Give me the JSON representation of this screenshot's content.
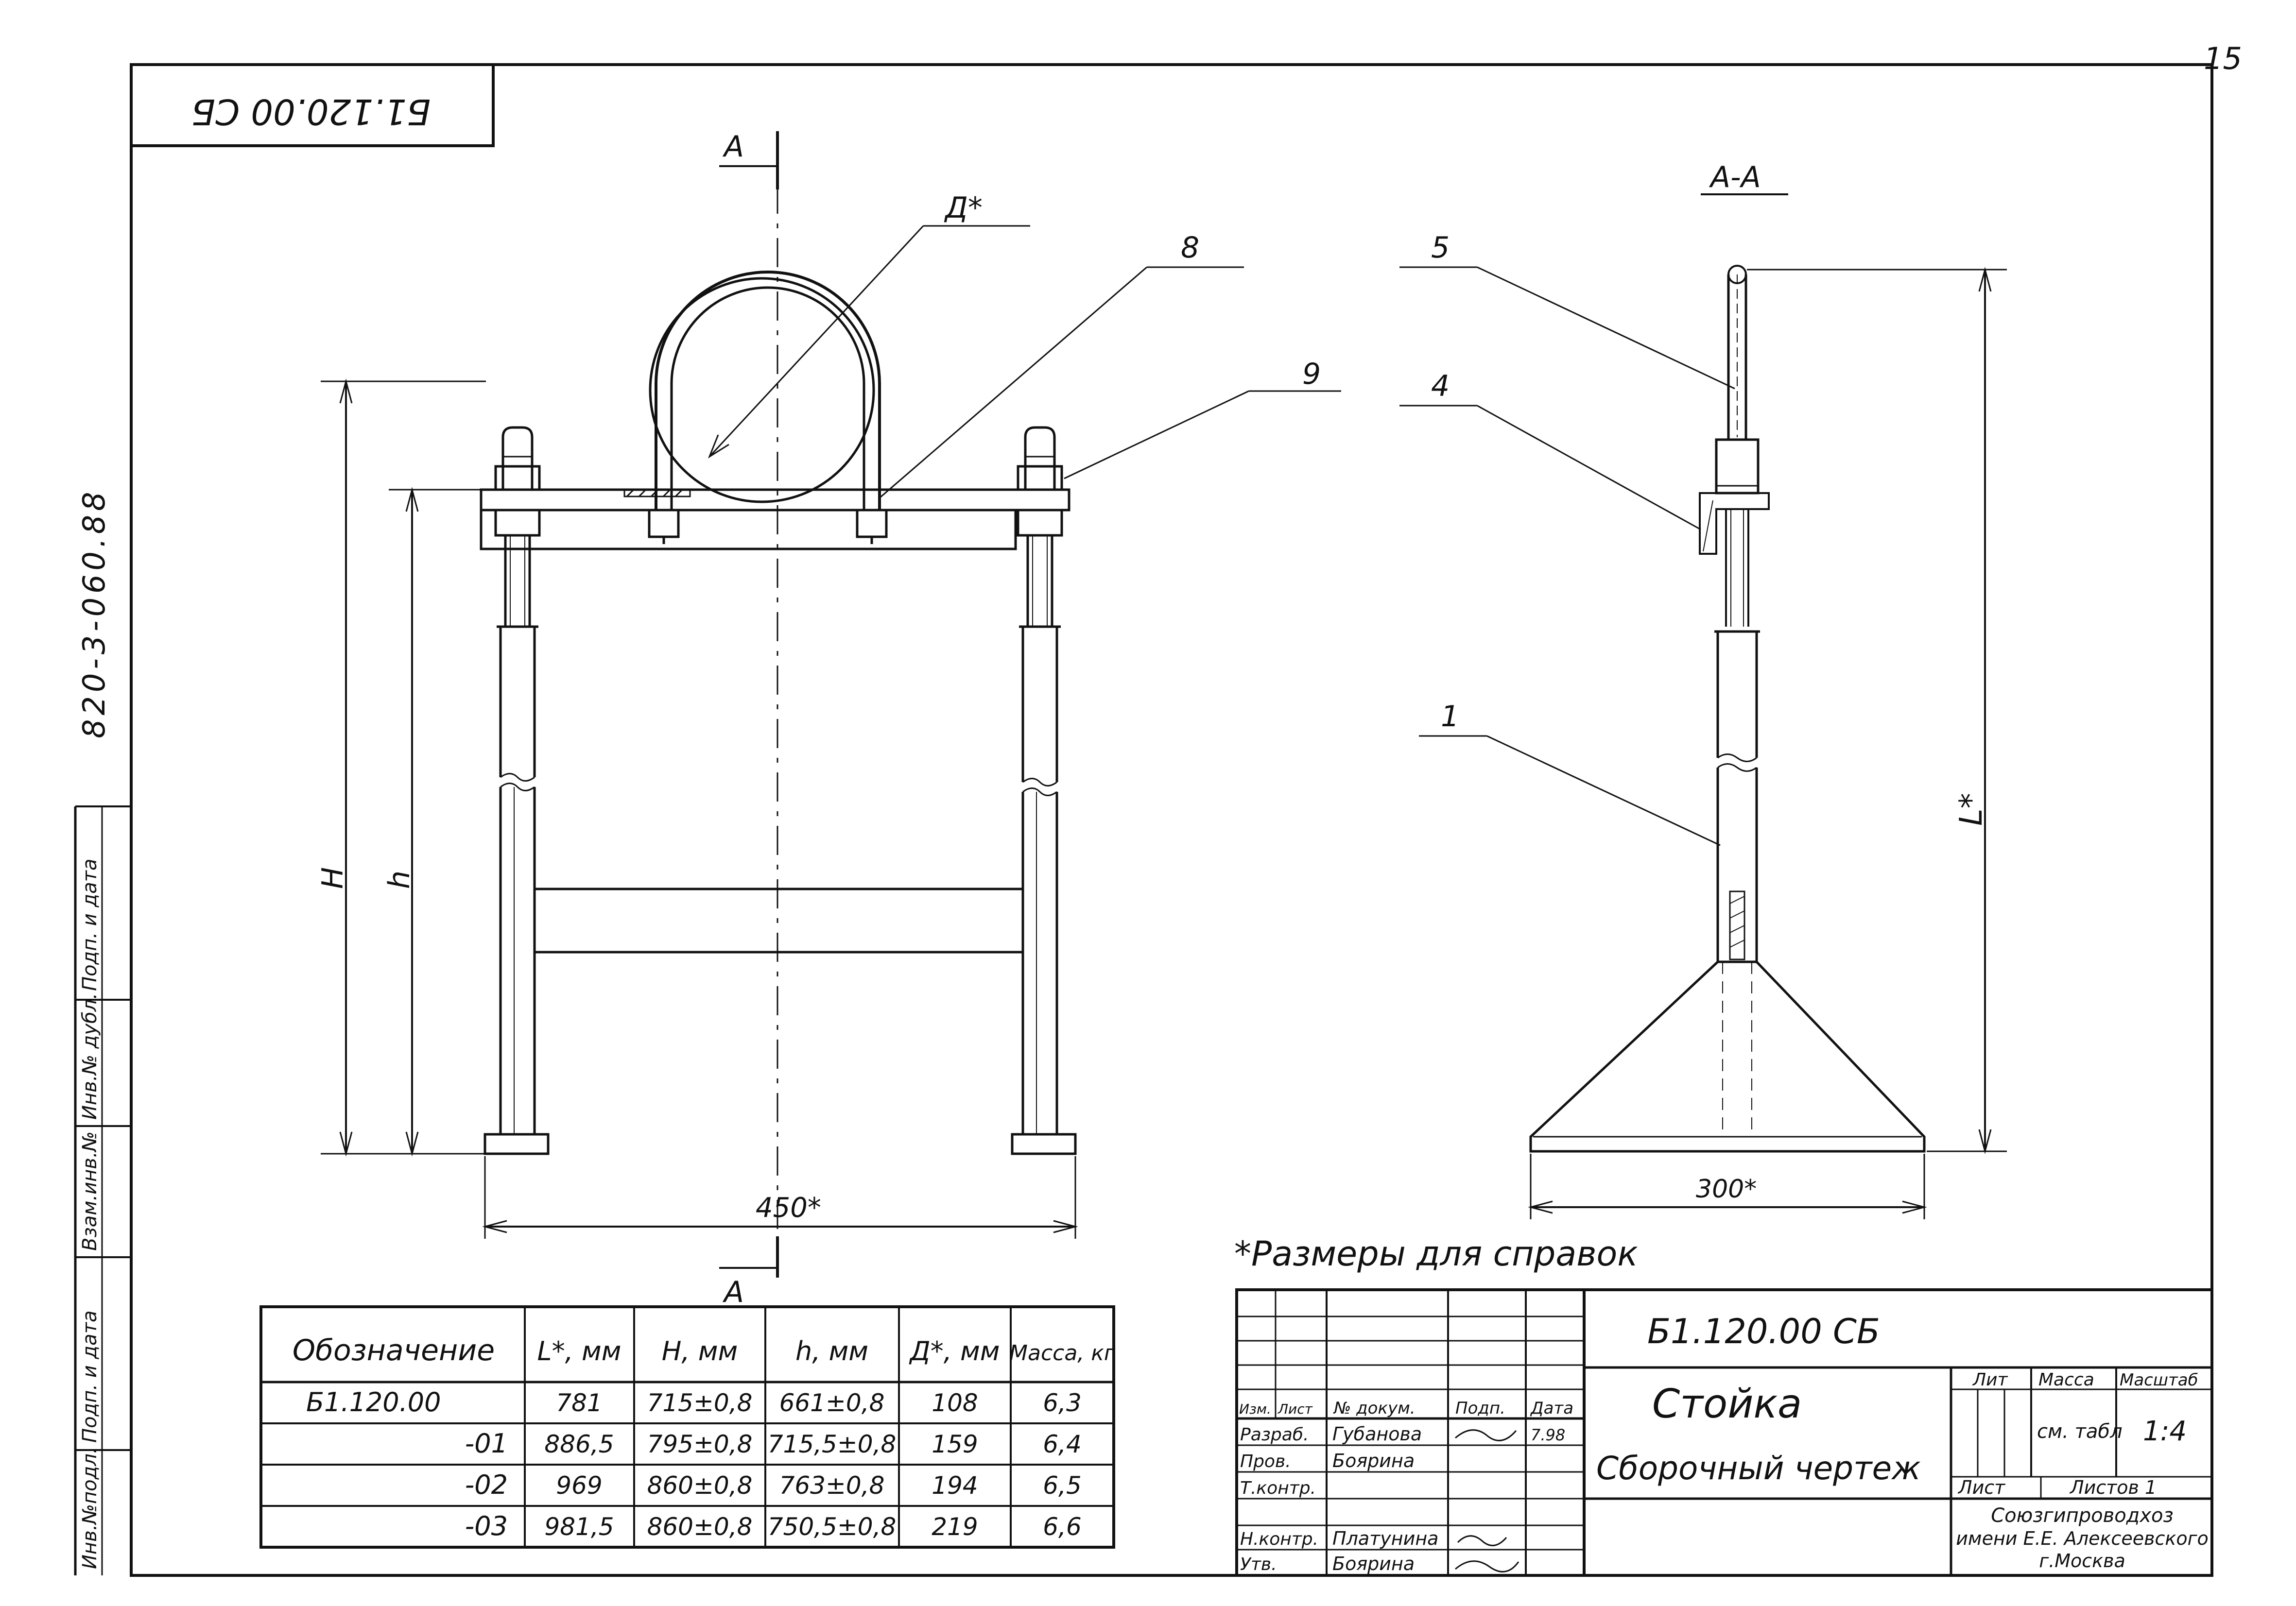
{
  "page_number": "15",
  "doc_code_rotated": "Б1.120.00 СБ",
  "album_code": "820-3-060.88",
  "section_labels": {
    "top": "А",
    "bottom": "А",
    "view": "А-А"
  },
  "leaders": {
    "d": "Д*",
    "p8": "8",
    "p9": "9",
    "p5": "5",
    "p4": "4",
    "p1": "1"
  },
  "dims": {
    "H": "H",
    "h": "h",
    "L": "L*",
    "w450": "450*",
    "w300": "300*"
  },
  "note": "*Размеры для справок",
  "side_stamps": [
    "Инв.№подл.",
    "Подп. и дата",
    "Взам.инв.№",
    "Инв.№ дубл.",
    "Подп. и дата"
  ],
  "table": {
    "headers": [
      "Обозначение",
      "L*, мм",
      "H, мм",
      "h, мм",
      "Д*, мм",
      "Масса, кг"
    ],
    "rows": [
      [
        "Б1.120.00",
        "781",
        "715±0,8",
        "661±0,8",
        "108",
        "6,3"
      ],
      [
        "-01",
        "886,5",
        "795±0,8",
        "715,5±0,8",
        "159",
        "6,4"
      ],
      [
        "-02",
        "969",
        "860±0,8",
        "763±0,8",
        "194",
        "6,5"
      ],
      [
        "-03",
        "981,5",
        "860±0,8",
        "750,5±0,8",
        "219",
        "6,6"
      ]
    ]
  },
  "title_block": {
    "doc_code": "Б1.120.00 СБ",
    "name": "Стойка",
    "doc_type": "Сборочный чертеж",
    "col_headers": [
      "Изм.",
      "Лист",
      "№ докум.",
      "Подп.",
      "Дата"
    ],
    "rows": [
      {
        "role": "Разраб.",
        "name": "Губанова",
        "date": "7.98"
      },
      {
        "role": "Пров.",
        "name": "Боярина"
      },
      {
        "role": "Т.контр.",
        "name": ""
      },
      {
        "role": "Н.контр.",
        "name": "Платунина",
        "date": ""
      },
      {
        "role": "Утв.",
        "name": "Боярина"
      }
    ],
    "lit_label": "Лит",
    "mass_label": "Масса",
    "scale_label": "Масштаб",
    "mass_value": "см. табл",
    "scale_value": "1:4",
    "sheet_label": "Лист",
    "sheets_label": "Листов 1",
    "org": [
      "Союзгипроводхоз",
      "имени Е.Е. Алексеевского",
      "г.Москва"
    ]
  }
}
